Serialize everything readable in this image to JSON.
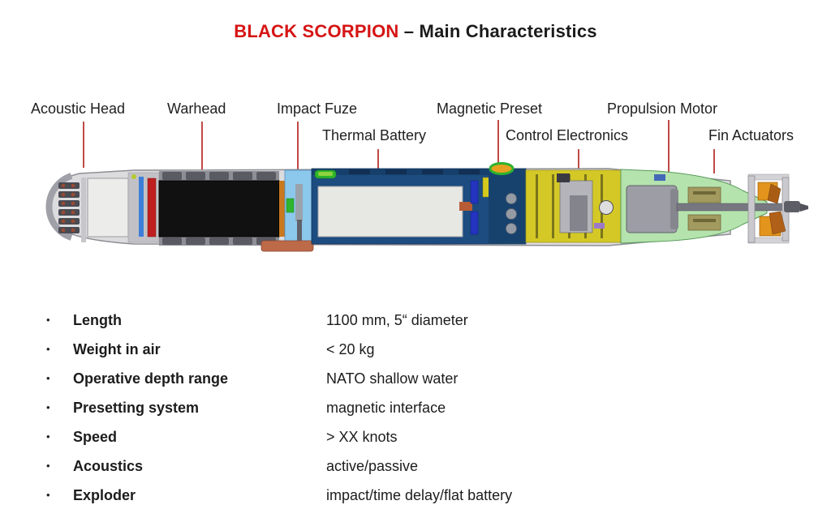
{
  "title": {
    "brand": "BLACK SCORPION",
    "rest": "– Main Characteristics"
  },
  "diagram": {
    "description": "Cutaway illustration of the Black Scorpion torpedo",
    "labels": [
      {
        "text": "Acoustic Head"
      },
      {
        "text": "Warhead"
      },
      {
        "text": "Impact Fuze"
      },
      {
        "text": "Thermal Battery"
      },
      {
        "text": "Magnetic Preset"
      },
      {
        "text": "Control Electronics"
      },
      {
        "text": "Propulsion Motor"
      },
      {
        "text": "Fin Actuators"
      }
    ]
  },
  "specs": {
    "bullet": "•",
    "items": [
      {
        "label": "Length",
        "value": "1100 mm, 5“ diameter"
      },
      {
        "label": "Weight in air",
        "value": "< 20 kg"
      },
      {
        "label": "Operative depth range",
        "value": "NATO shallow water"
      },
      {
        "label": "Presetting system",
        "value": "magnetic interface"
      },
      {
        "label": "Speed",
        "value": "> XX knots"
      },
      {
        "label": "Acoustics",
        "value": "active/passive"
      },
      {
        "label": "Exploder",
        "value": "impact/time delay/flat battery"
      }
    ]
  },
  "colors": {
    "title_red": "#d61414",
    "leader_line_red": "#bf4a46",
    "hull_navy": "#1c4c80",
    "electronics_yellow": "#d4c826",
    "tail_green": "#b5e3ad",
    "warhead_black": "#111111",
    "fuze_blue": "#8cc8ec",
    "propeller_orange": "#e2941c"
  }
}
